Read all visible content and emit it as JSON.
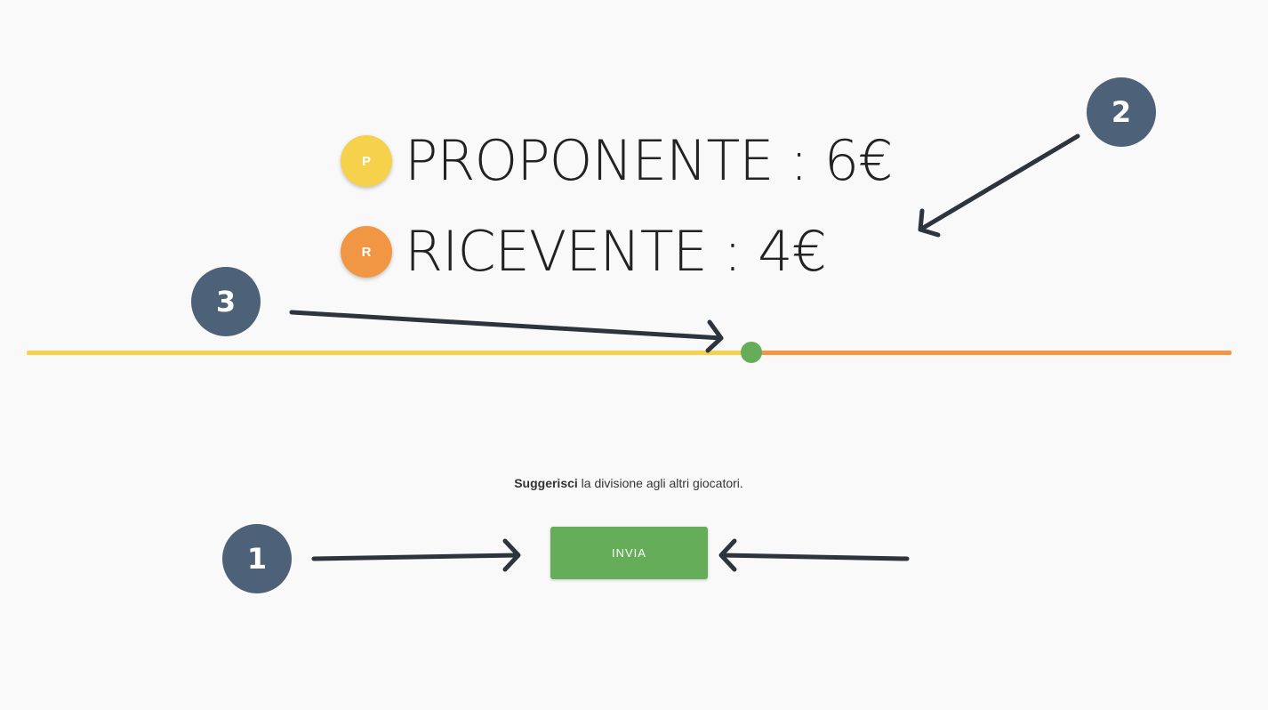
{
  "roles": [
    {
      "initial": "P",
      "label": "PROPONENTE : 6€",
      "color": "#f5d14c"
    },
    {
      "initial": "R",
      "label": "RICEVENTE : 4€",
      "color": "#f19744"
    }
  ],
  "split_slider": {
    "value_fraction": 0.6,
    "left_color": "#f5d14c",
    "right_color": "#f19744",
    "thumb_color": "#66ad5a"
  },
  "instruction": {
    "bold": "Suggerisci",
    "rest": " la divisione agli altri giocatori."
  },
  "submit_button": {
    "label": "INVIA",
    "color": "#66ad5a"
  },
  "callouts": {
    "color": "#4d6179",
    "arrow_color": "#2e343d",
    "items": [
      "1",
      "2",
      "3"
    ]
  }
}
